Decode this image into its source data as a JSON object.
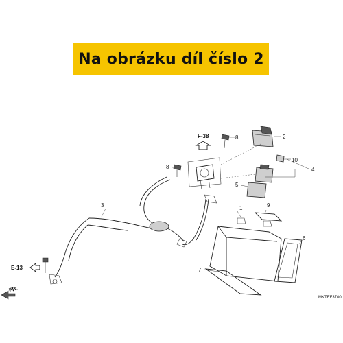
{
  "banner": {
    "text": "Na obrázku díl číslo 2",
    "color": "#f6c400"
  },
  "diagram": {
    "code": "MKTEF3700",
    "references": {
      "upper": "F-38",
      "left": "E-13",
      "front_arrow": "FR."
    },
    "callouts": [
      "1",
      "2",
      "3",
      "4",
      "5",
      "6",
      "7",
      "8",
      "8",
      "9",
      "10"
    ]
  }
}
